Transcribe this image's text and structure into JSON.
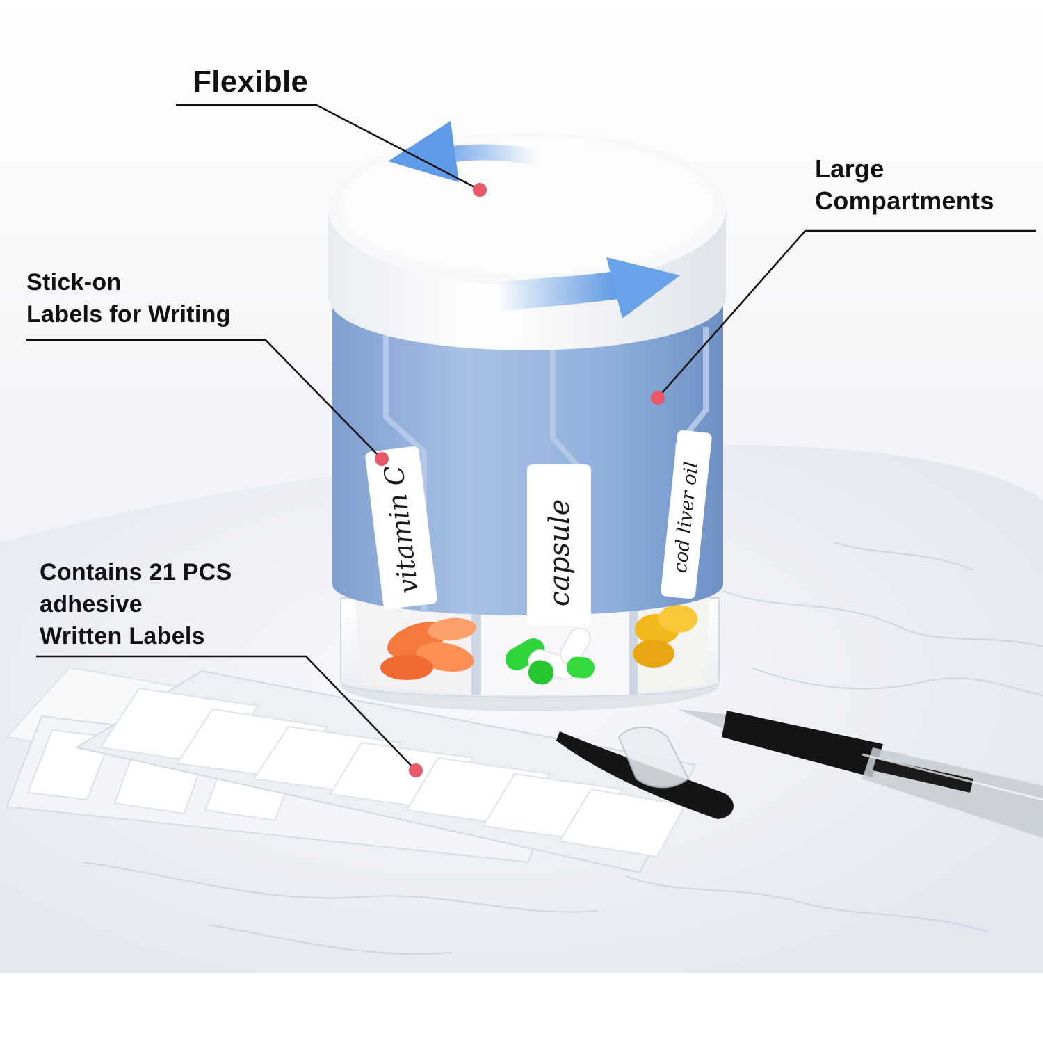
{
  "callouts": {
    "flexible": {
      "lines": [
        "Flexible"
      ]
    },
    "large_compartments": {
      "lines": [
        "Large",
        "Compartments"
      ]
    },
    "stick_on": {
      "lines": [
        "Stick-on",
        "Labels for Writing"
      ]
    },
    "contains": {
      "lines": [
        "Contains 21 PCS",
        "adhesive",
        "Written Labels"
      ]
    }
  },
  "product_labels": [
    "vitamin C",
    "capsule",
    "cod liver oil"
  ],
  "colors": {
    "body_blue": "#8fb0dc",
    "lid_white": "#ffffff",
    "arrow_blue": "#5f9be6",
    "callout_dot": "#e8576a",
    "pill_orange": "#f47a3c",
    "pill_green": "#2fd33a",
    "pill_yellow": "#f2b71a"
  }
}
